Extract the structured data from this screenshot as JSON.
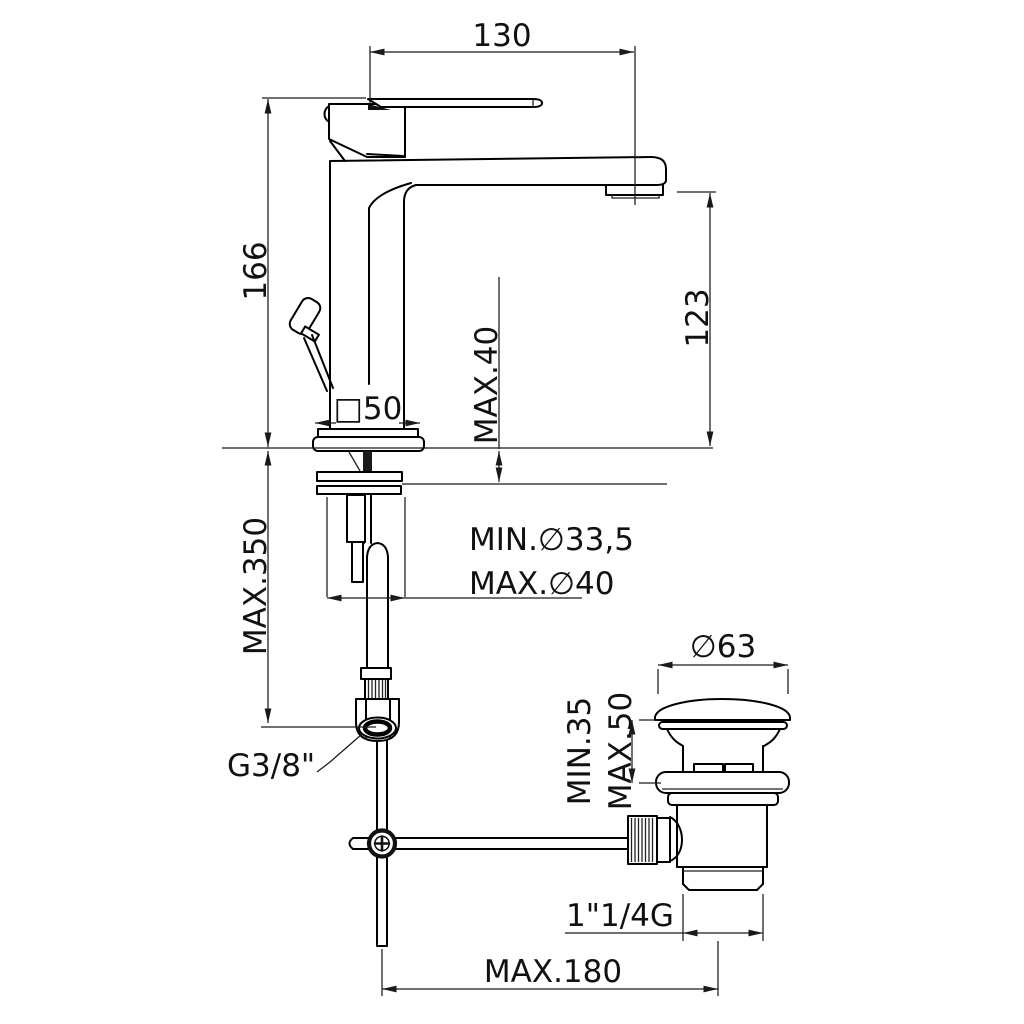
{
  "drawing": {
    "type": "technical-dimension-drawing",
    "subject": "single-lever basin mixer with pop-up waste",
    "ink": "#000000",
    "background": "#ffffff"
  },
  "labels": {
    "spout_reach": "130",
    "total_height": "166",
    "spout_height": "123",
    "counter_thickness": "MAX.40",
    "body_square": "□50",
    "supply_length": "MAX.350",
    "hole_min": "MIN.∅",
    "hole_min_full": "MIN.∅33,5",
    "hole_max_full": "MAX.∅40",
    "waste_cap_diameter": "∅63",
    "basin_min": "MIN.35",
    "basin_max": "MAX.50",
    "supply_thread": "G3/8\"",
    "waste_thread": "1\"1/4G",
    "rod_reach": "MAX.180"
  }
}
